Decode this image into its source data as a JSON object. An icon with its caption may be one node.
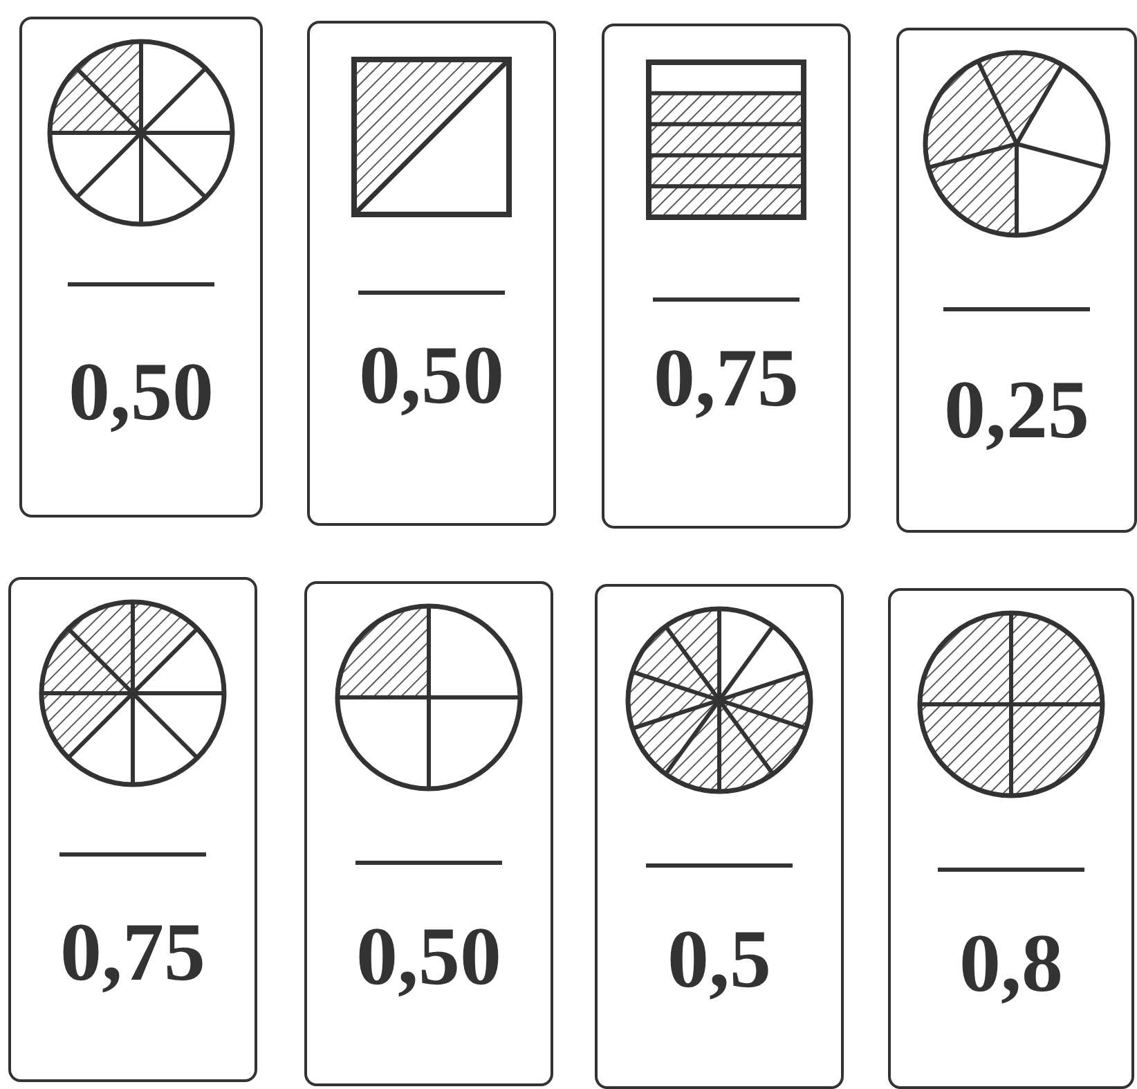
{
  "diagram": {
    "nodes": [
      {
        "text": [
          "0,50"
        ]
      },
      {
        "text": [
          "0,50"
        ]
      },
      {
        "text": [
          "0,75"
        ]
      },
      {
        "text": [
          "0,25"
        ]
      },
      {
        "text": [
          "0,75"
        ]
      },
      {
        "text": [
          "0,50"
        ]
      },
      {
        "text": [
          "0,5"
        ]
      },
      {
        "text": [
          "0,8"
        ]
      }
    ]
  }
}
